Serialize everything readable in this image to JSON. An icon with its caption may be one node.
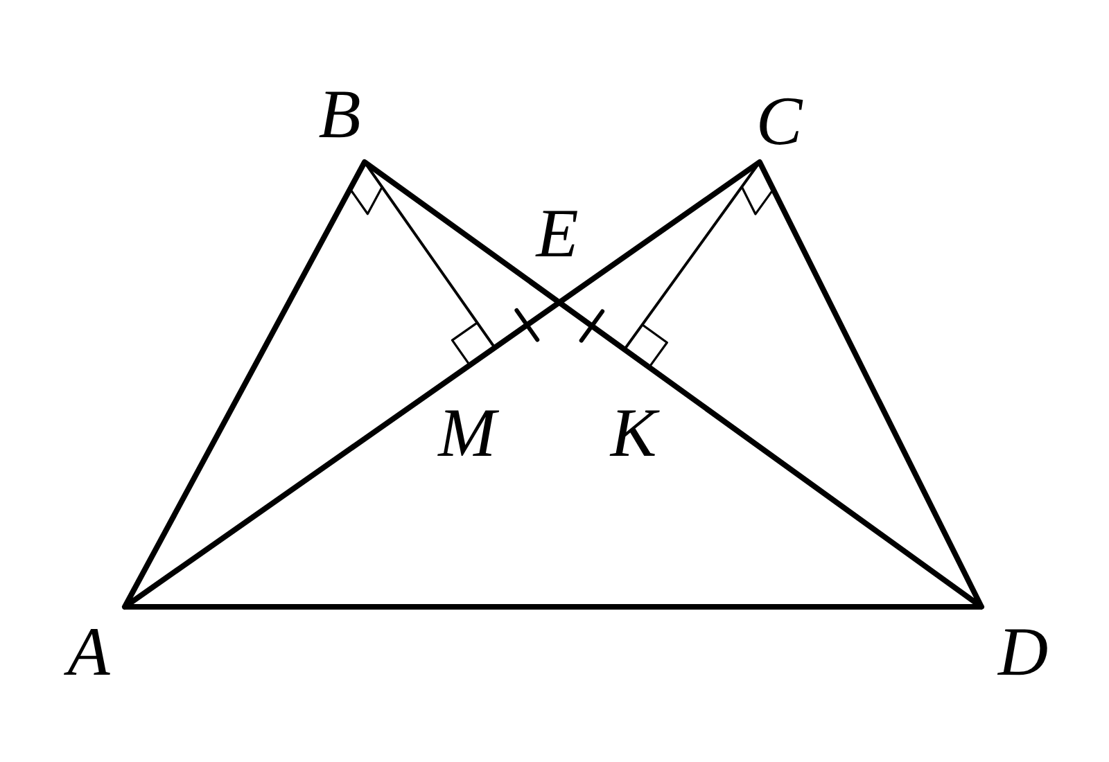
{
  "diagram": {
    "labels": [
      "B",
      "C",
      "E",
      "M",
      "K",
      "A",
      "D"
    ]
  }
}
